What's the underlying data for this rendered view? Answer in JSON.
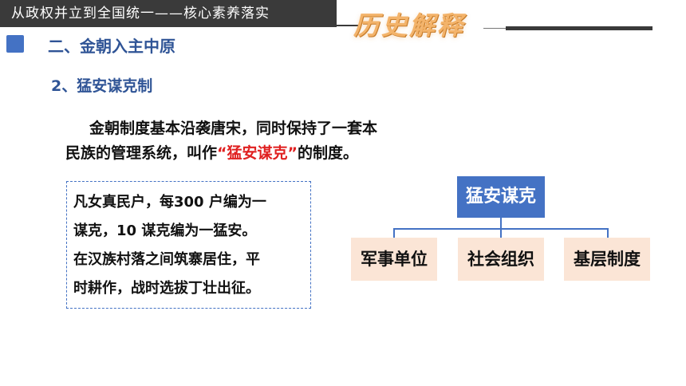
{
  "header": {
    "title": "从政权并立到全国统一——核心素养落实",
    "badge": "历史解释"
  },
  "section": {
    "title": "二、金朝入主中原",
    "subtitle": "2、猛安谋克制"
  },
  "paragraph": {
    "line1": "金朝制度基本沿袭唐宋，同时保持了一套本",
    "line2_before": "民族的管理系统，叫作",
    "line2_highlight": "“猛安谋克”",
    "line2_after": "的制度。"
  },
  "note": {
    "lines": [
      "凡女真民户，每300 户编为一",
      "谋克，10 谋克编为一猛安。",
      "在汉族村落之间筑寨居住，平",
      "时耕作，战时选拔丁壮出征。"
    ]
  },
  "diagram": {
    "root": "猛安谋克",
    "children": [
      "军事单位",
      "社会组织",
      "基层制度"
    ]
  },
  "colors": {
    "accent_blue": "#4472c4",
    "title_blue": "#2f5496",
    "highlight_red": "#e02020",
    "child_fill": "#fbe5d6",
    "header_dark": "#3a3a3a",
    "badge_orange": "#f3b36a"
  }
}
